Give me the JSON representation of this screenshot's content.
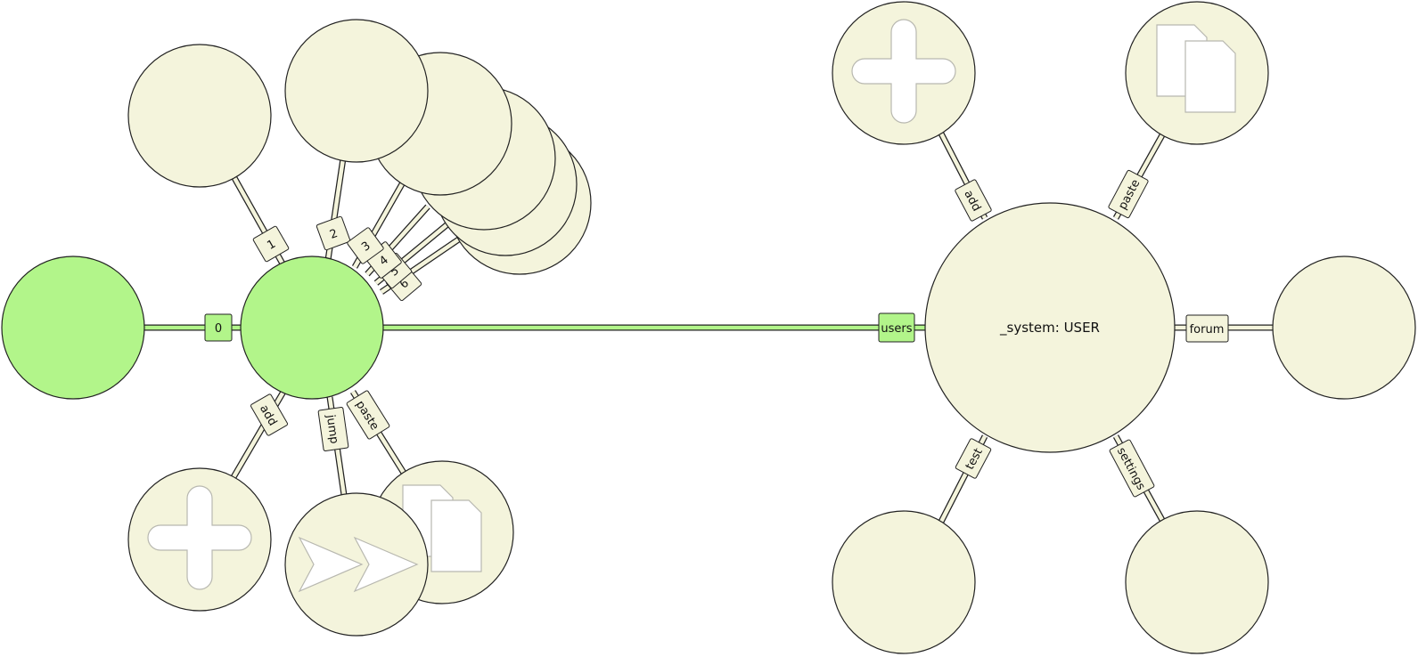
{
  "center_node": {
    "label": "_system: USER"
  },
  "edges": {
    "e0": "0",
    "e1": "1",
    "e2": "2",
    "e3": "3",
    "e4": "4",
    "e5": "5",
    "e6": "6",
    "left_add": "add",
    "left_jump": "jump",
    "left_paste": "paste",
    "users": "users",
    "right_add": "add",
    "right_paste": "paste",
    "forum": "forum",
    "test": "test",
    "settings": "settings"
  },
  "icons": {
    "plus": "plus-icon",
    "paste": "paste-icon",
    "jump": "double-arrow-icon"
  },
  "colors": {
    "node_fill": "#f4f4dc",
    "active_fill": "#b2f58a",
    "outline": "#222222"
  }
}
